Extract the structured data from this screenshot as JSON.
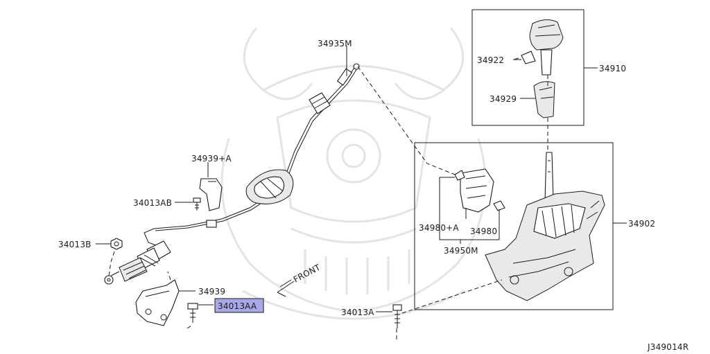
{
  "diagram_code": "J349014R",
  "front_label": "FRONT",
  "parts": {
    "p34935M": "34935M",
    "p34939A": "34939+A",
    "p34013AB": "34013AB",
    "p34013B": "34013B",
    "p34939": "34939",
    "p34013AA": "34013AA",
    "p34013A": "34013A",
    "p34922": "34922",
    "p34910": "34910",
    "p34929": "34929",
    "p34902": "34902",
    "p34980A": "34980+A",
    "p34980": "34980",
    "p34950M": "34950M"
  },
  "highlight": {
    "part": "34013AA",
    "color": "#a9a8e6"
  }
}
